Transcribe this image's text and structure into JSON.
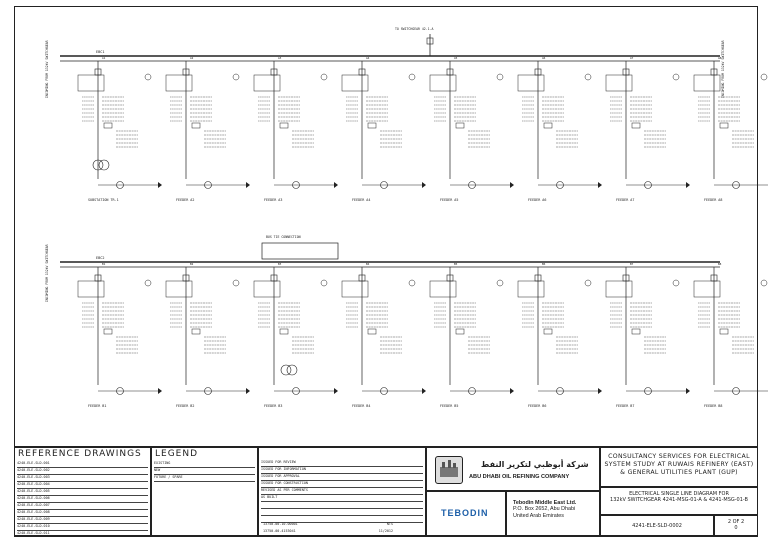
{
  "schematic": {
    "top_bus_label": "EBC1",
    "bottom_bus_label": "EBC2",
    "top_tie_label": "TO SWITCHGEAR 42.1-A",
    "bottom_tie_label": "BUS TIE CONNECTION",
    "top_feeders": [
      "SUBSTATION TR-1",
      "FEEDER A2",
      "FEEDER A3",
      "FEEDER A4",
      "FEEDER A5",
      "FEEDER A6",
      "FEEDER A7",
      "FEEDER A8"
    ],
    "bottom_feeders": [
      "FEEDER B1",
      "FEEDER B2",
      "FEEDER B3",
      "FEEDER B4",
      "FEEDER B5",
      "FEEDER B6",
      "FEEDER B7",
      "FEEDER B8"
    ],
    "side_label_left_top": "INCOMING FROM 132kV SWITCHGEAR",
    "side_label_right_top": "INCOMING FROM 132kV SWITCHGEAR",
    "side_label_left_bottom": "INCOMING FROM 132kV SWITCHGEAR"
  },
  "title_block": {
    "ref_heading": "REFERENCE DRAWINGS",
    "legend_heading": "LEGEND",
    "ref_rows": [
      "4240-ELE-SLD-001",
      "4240-ELE-SLD-002",
      "4240-ELE-SLD-003",
      "4240-ELE-SLD-004",
      "4240-ELE-SLD-005",
      "4240-ELE-SLD-006",
      "4240-ELE-SLD-007",
      "4240-ELE-SLD-008",
      "4240-ELE-SLD-009",
      "4240-ELE-SLD-010",
      "4240-ELE-SLD-011"
    ],
    "legend_rows": [
      "EXISTING",
      "NEW",
      "FUTURE / SPARE"
    ],
    "rev_rows": [
      "ISSUED FOR REVIEW",
      "ISSUED FOR INFORMATION",
      "ISSUED FOR APPROVAL",
      "ISSUED FOR CONSTRUCTION",
      "REVISED AS PER COMMENTS",
      "AS BUILT",
      "",
      "",
      ""
    ],
    "company_arabic": "شركة أبوظبي لتكرير النفط",
    "company_name": "ABU DHABI OIL REFINING COMPANY",
    "consultant_logo": "TEBODIN",
    "consultant_name": "Tebodin Middle East Ltd.",
    "consultant_address1": "P.O. Box 2652, Abu Dhabi",
    "consultant_address2": "United Arab Emirates",
    "project_line1": "CONSULTANCY SERVICES FOR ELECTRICAL",
    "project_line2": "SYSTEM STUDY AT RUWAIS REFINERY (EAST)",
    "project_line3": "& GENERAL UTILITIES PLANT (GUP)",
    "drawing_title1": "ELECTRICAL SINGLE LINE DIAGRAM FOR",
    "drawing_title2": "132kV SWITCHGEAR 4241-MSG-01-A & 4241-MSG-01-B",
    "drawing_number": "4241-ELE-SLD-0002",
    "sheet": "2 OF 2",
    "rev": "0",
    "project_no": "13750-00-10-00001",
    "doc_no": "13750-00-4153041",
    "scale": "NTS",
    "date": "11/2012"
  }
}
